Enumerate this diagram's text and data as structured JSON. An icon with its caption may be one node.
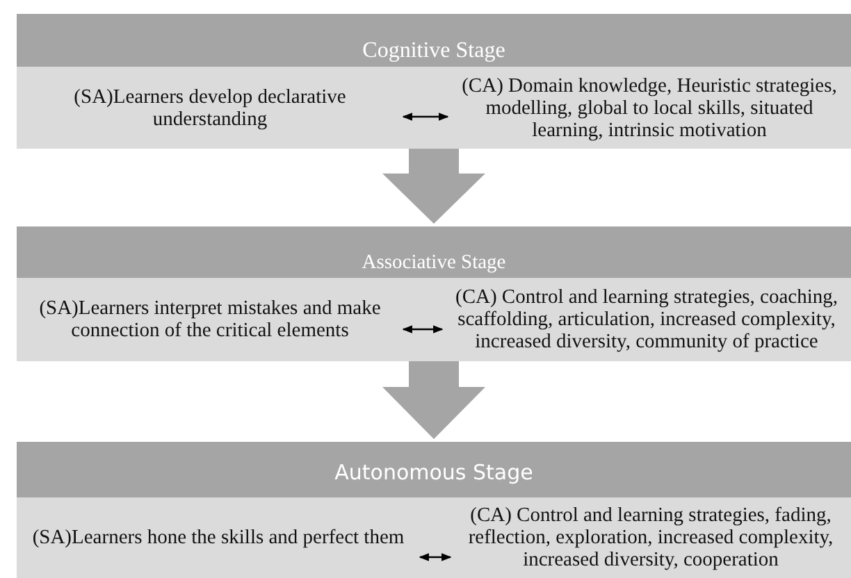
{
  "diagram": {
    "nodes": [
      {
        "text": [
          "Cognitive Stage"
        ]
      },
      {
        "text": [
          "(SA)Learners develop declarative understanding"
        ],
        "in": 0
      },
      {
        "text": [
          "(CA) Domain knowledge, Heuristic strategies, modelling, global to local skills, situated learning, intrinsic motivation"
        ],
        "in": 0
      },
      {
        "text": [
          "Associative Stage"
        ]
      },
      {
        "text": [
          "(SA)Learners interpret mistakes and make connection of the critical elements"
        ],
        "in": 3
      },
      {
        "text": [
          "(CA) Control and learning strategies, coaching, scaffolding, articulation, increased complexity, increased diversity, community of practice"
        ],
        "in": 3
      },
      {
        "text": [
          "Autonomous Stage"
        ]
      },
      {
        "text": [
          "(SA)Learners hone the skills and perfect them"
        ],
        "in": 6
      },
      {
        "text": [
          "(CA) Control and learning strategies, fading, reflection, exploration, increased complexity, increased diversity, cooperation"
        ],
        "in": 6
      }
    ],
    "edges": [
      {
        "from": 1,
        "to": 2,
        "arrow": "both"
      },
      {
        "from": 0,
        "to": 3,
        "arrow": "to",
        "style": "thick",
        "color": "#a5a5a5"
      },
      {
        "from": 4,
        "to": 5,
        "arrow": "both"
      },
      {
        "from": 3,
        "to": 6,
        "arrow": "to",
        "style": "thick",
        "color": "#a5a5a5"
      },
      {
        "from": 7,
        "to": 8,
        "arrow": "both"
      }
    ]
  }
}
